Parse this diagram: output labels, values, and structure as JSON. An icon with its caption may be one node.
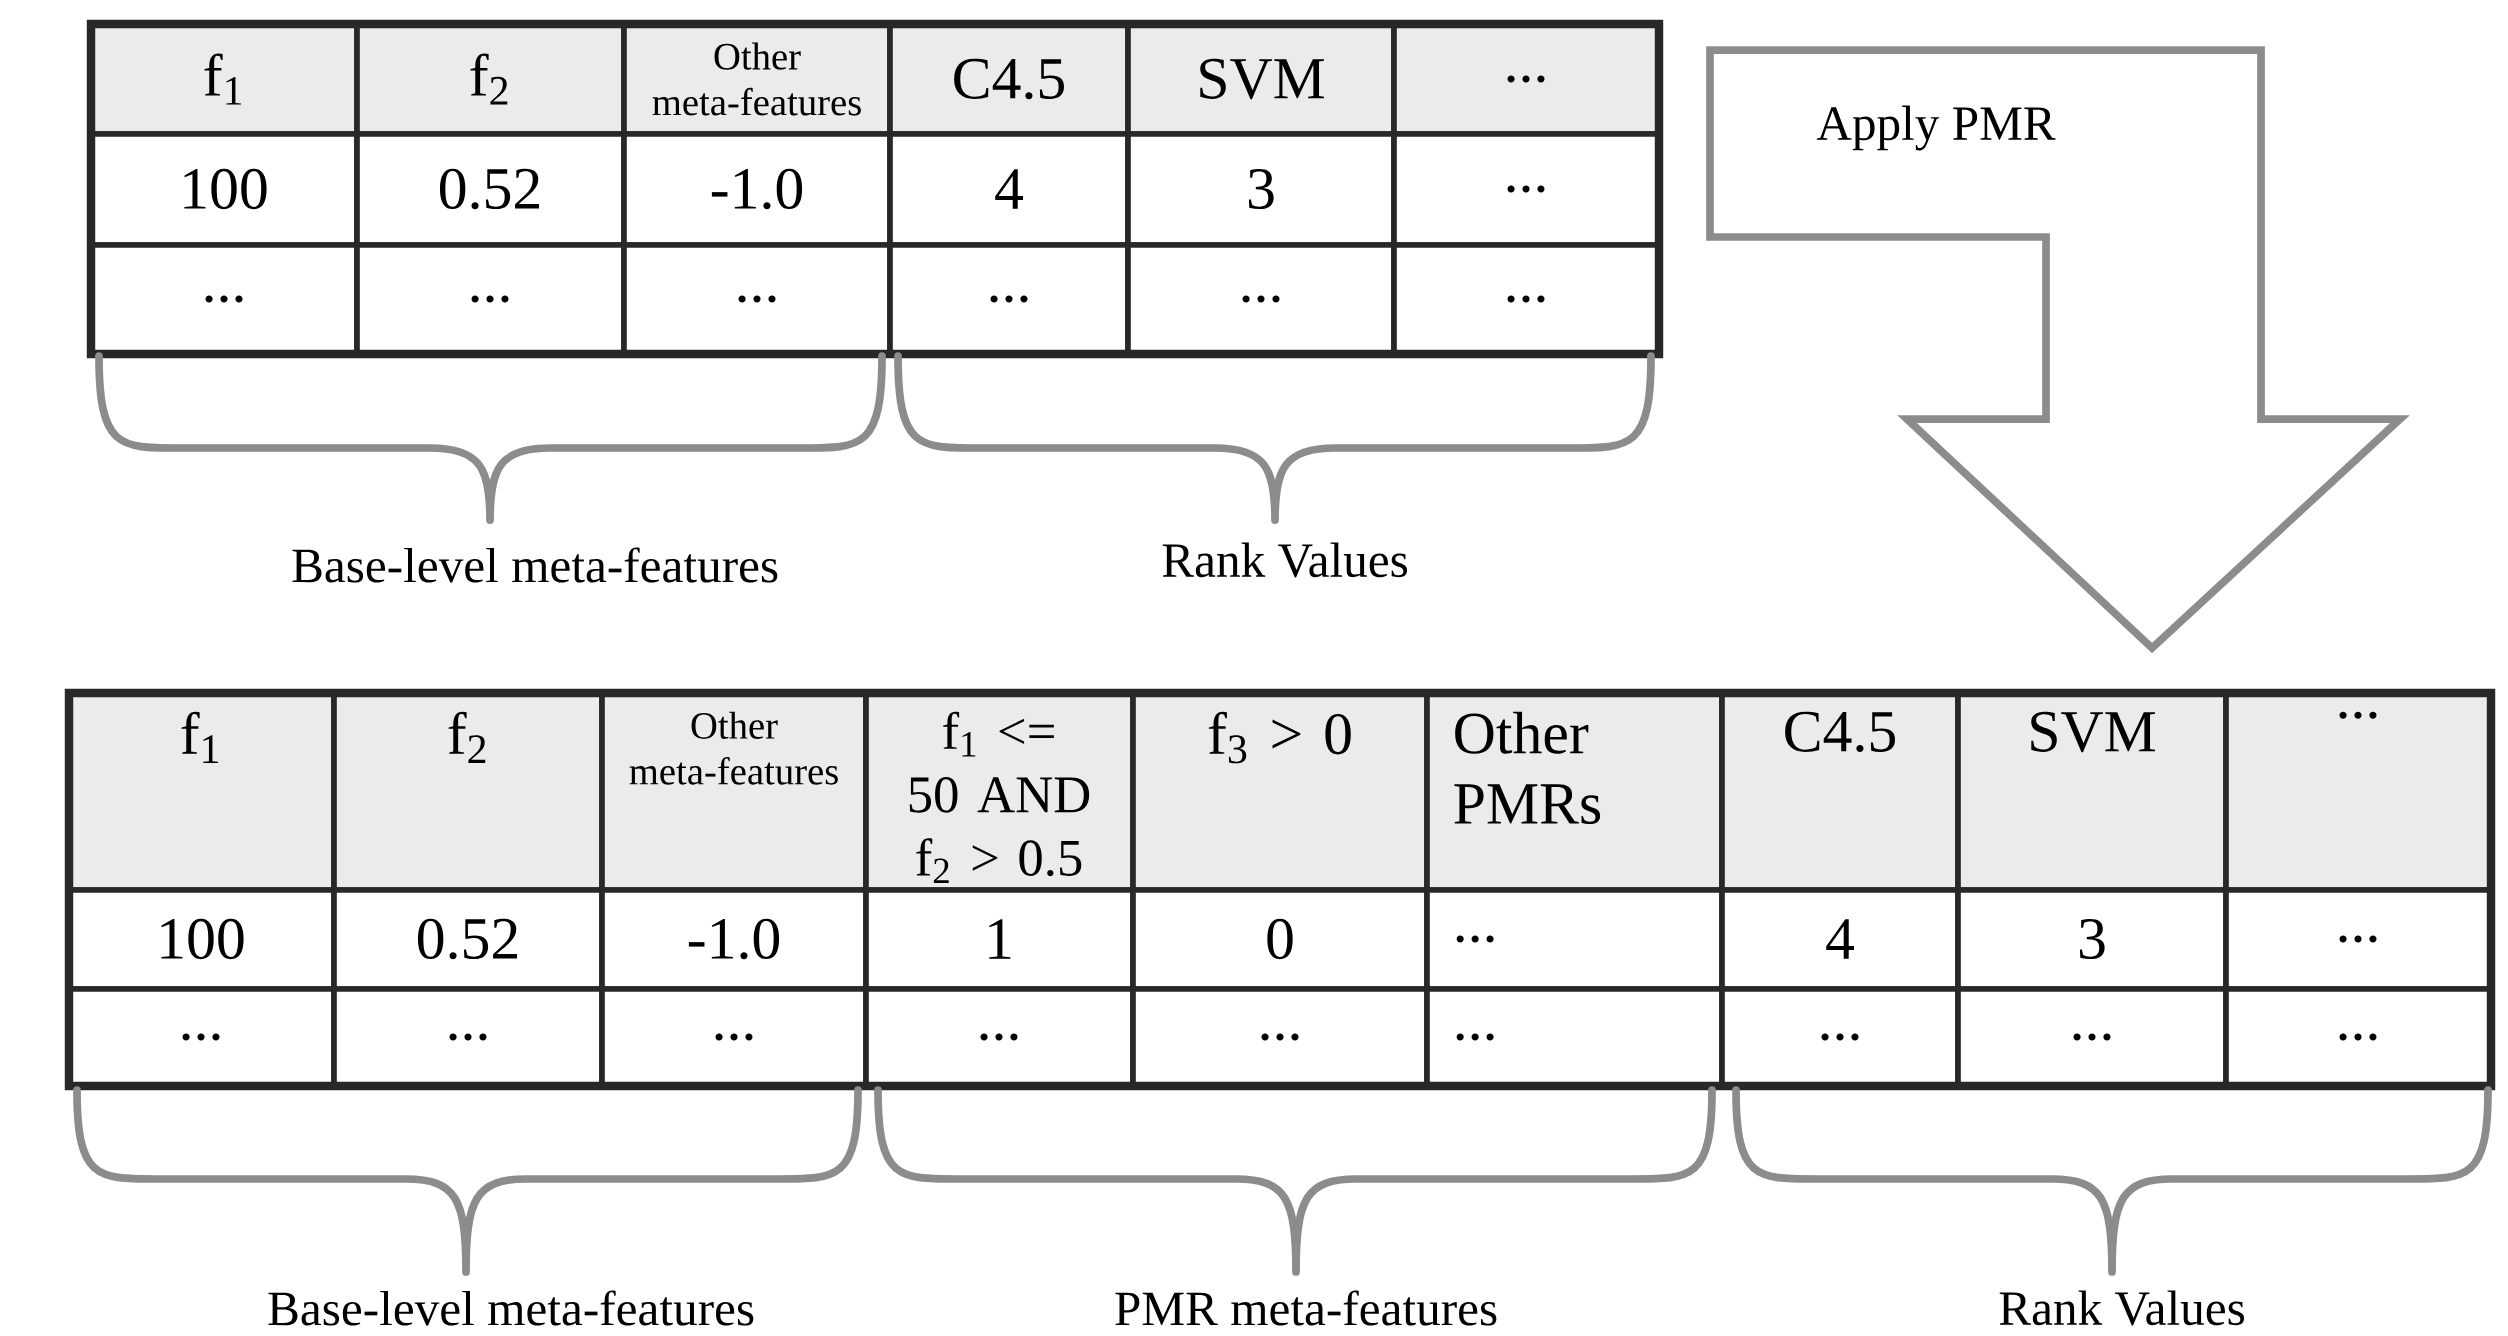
{
  "diagram": {
    "nodes": [
      {
        "text": [
          "Apply PMR"
        ]
      }
    ],
    "labels": [
      "f$_{1}$",
      "f$_{2}$",
      "Other meta-features",
      "C4.5",
      "SVM",
      "...",
      "100",
      "0.52",
      "-1.0",
      "4",
      "3",
      "...",
      "...",
      "...",
      "...",
      "...",
      "...",
      "...",
      "Base-level meta-features",
      "Rank Values",
      "f$_{1}$",
      "f$_{2}$",
      "Other meta-features",
      "f$_{1}$ <= 50 AND f$_{2}$ > 0.5",
      "f$_{3}$ > 0",
      "Other PMRs",
      "C4.5",
      "SVM",
      "...",
      "100",
      "0.52",
      "-1.0",
      "1",
      "0",
      "...",
      "4",
      "3",
      "...",
      "...",
      "...",
      "...",
      "...",
      "...",
      "...",
      "...",
      "...",
      "...",
      "Base-level meta-features",
      "PMR meta-features",
      "Rank Values"
    ]
  }
}
